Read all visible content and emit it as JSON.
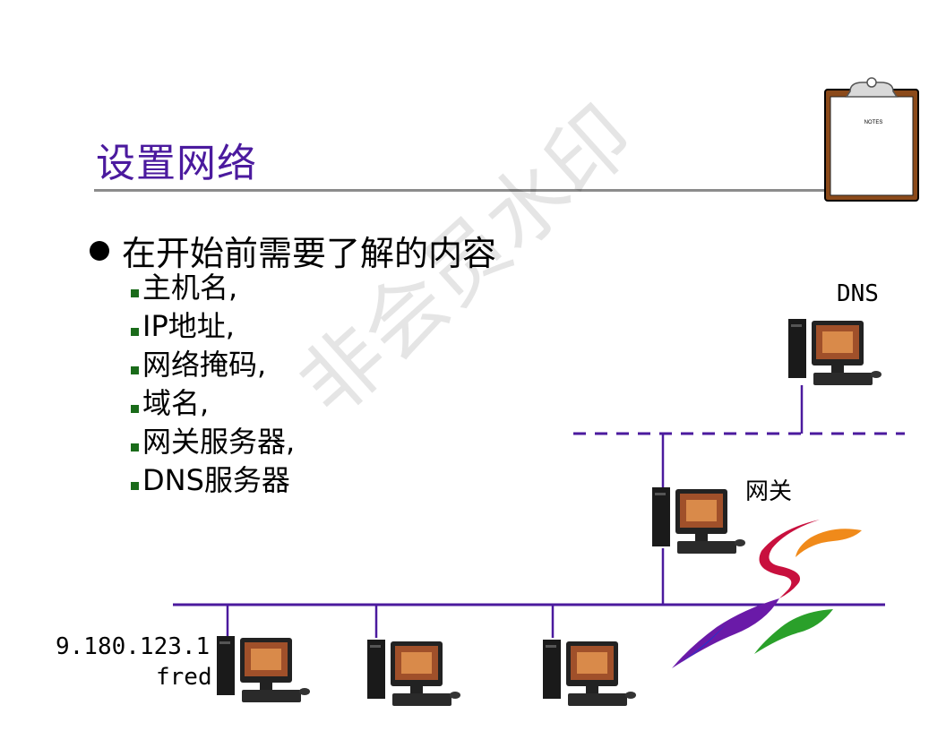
{
  "slide": {
    "title": "设置网络",
    "clipboard_text": "NOTES",
    "main_bullet": "在开始前需要了解的内容",
    "sub_items": [
      "主机名,",
      "IP地址,",
      "网络掩码,",
      "域名,",
      "网关服务器,",
      "DNS服务器"
    ],
    "watermark": "非会员水印"
  },
  "diagram": {
    "dns_label": "DNS",
    "gateway_label": "网关",
    "host_ip": "9.180.123.1",
    "host_name": "fred",
    "colors": {
      "network_line": "#4b1a9e",
      "title": "#4b1a9e",
      "bullet_marker": "#1a6b1a"
    },
    "icons": [
      "computer-icon",
      "clipboard-icon",
      "swoosh-logo"
    ]
  }
}
